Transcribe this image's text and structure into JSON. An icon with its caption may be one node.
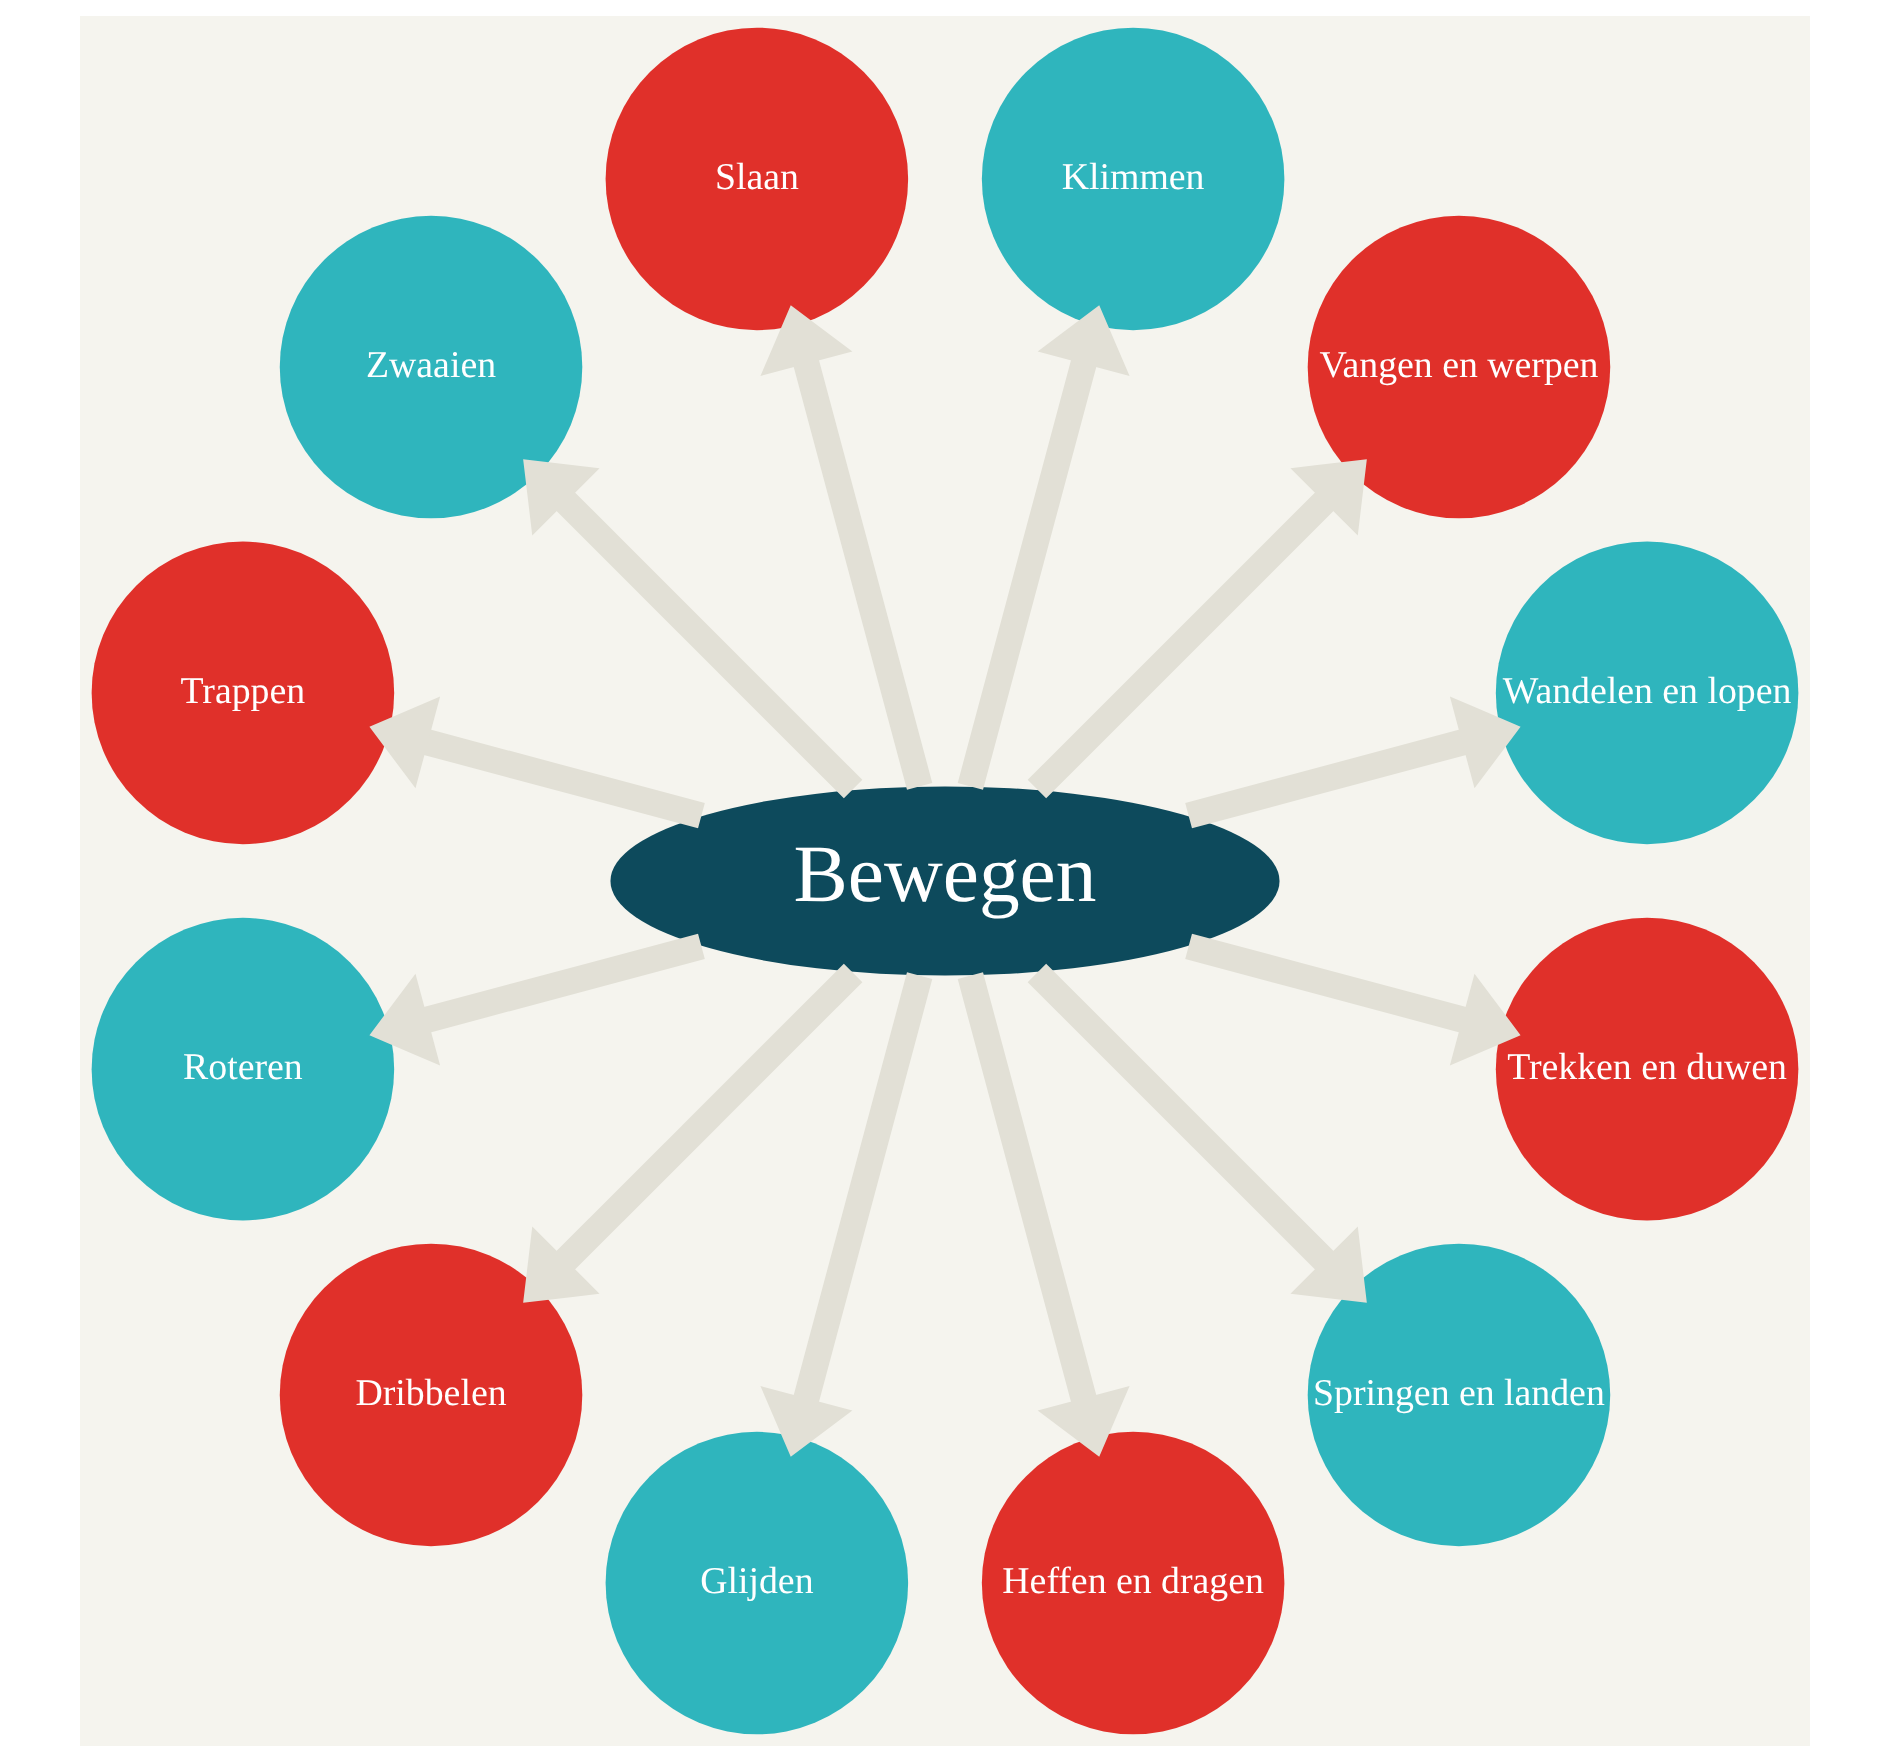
{
  "diagram": {
    "nodes": [
      {
        "text": [
          "Bewegen"
        ]
      },
      {
        "text": [
          "Wandelen en lopen"
        ]
      },
      {
        "text": [
          "Vangen en werpen"
        ]
      },
      {
        "text": [
          "Klimmen"
        ]
      },
      {
        "text": [
          "Slaan"
        ]
      },
      {
        "text": [
          "Zwaaien"
        ]
      },
      {
        "text": [
          "Trappen"
        ]
      },
      {
        "text": [
          "Roteren"
        ]
      },
      {
        "text": [
          "Dribbelen"
        ]
      },
      {
        "text": [
          "Glijden"
        ]
      },
      {
        "text": [
          "Heffen en dragen"
        ]
      },
      {
        "text": [
          "Springen en landen"
        ]
      },
      {
        "text": [
          "Trekken en duwen"
        ]
      }
    ],
    "edges": [
      {
        "from": 0,
        "to": 1,
        "arrow": "to"
      },
      {
        "from": 0,
        "to": 2,
        "arrow": "to"
      },
      {
        "from": 0,
        "to": 3,
        "arrow": "to"
      },
      {
        "from": 0,
        "to": 4,
        "arrow": "to"
      },
      {
        "from": 0,
        "to": 5,
        "arrow": "to"
      },
      {
        "from": 0,
        "to": 6,
        "arrow": "to"
      },
      {
        "from": 0,
        "to": 7,
        "arrow": "to"
      },
      {
        "from": 0,
        "to": 8,
        "arrow": "to"
      },
      {
        "from": 0,
        "to": 9,
        "arrow": "to"
      },
      {
        "from": 0,
        "to": 10,
        "arrow": "to"
      },
      {
        "from": 0,
        "to": 11,
        "arrow": "to"
      },
      {
        "from": 0,
        "to": 12,
        "arrow": "to"
      }
    ]
  }
}
